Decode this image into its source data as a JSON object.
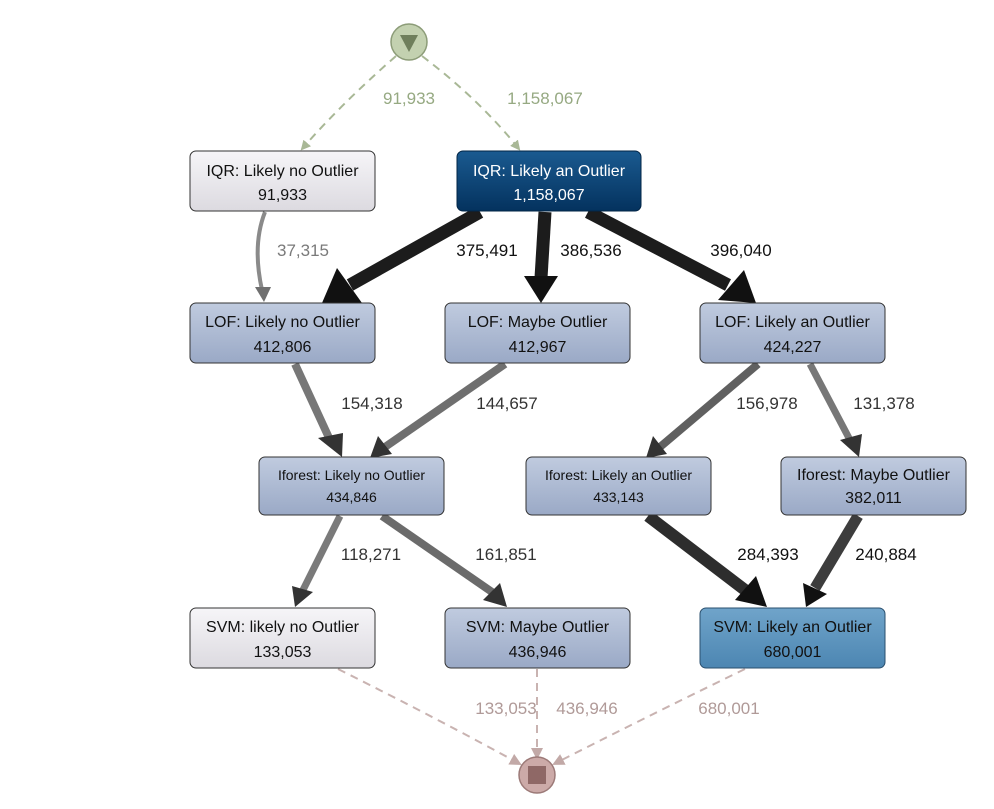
{
  "colors": {
    "white_box": "#e6e4ea",
    "blue_box": "#a9b7d0",
    "dark_box": "#0b3f70",
    "mid_blue_box": "#5b92bb",
    "start_fill": "#c3d1b0",
    "start_label": "#96a982",
    "end_fill": "#ccaaa8",
    "end_label": "#b09a98"
  },
  "start": {
    "icon": "triangle-down-icon"
  },
  "end": {
    "icon": "square-stop-icon"
  },
  "nodes": {
    "iqr_no": {
      "title": "IQR: Likely no Outlier",
      "count": "91,933"
    },
    "iqr_yes": {
      "title": "IQR: Likely an Outlier",
      "count": "1,158,067"
    },
    "lof_no": {
      "title": "LOF: Likely no Outlier",
      "count": "412,806"
    },
    "lof_maybe": {
      "title": "LOF: Maybe Outlier",
      "count": "412,967"
    },
    "lof_yes": {
      "title": "LOF: Likely an Outlier",
      "count": "424,227"
    },
    "if_no": {
      "title": "Iforest: Likely no Outlier",
      "count": "434,846"
    },
    "if_yes": {
      "title": "Iforest: Likely an Outlier",
      "count": "433,143"
    },
    "if_maybe": {
      "title": "Iforest: Maybe Outlier",
      "count": "382,011"
    },
    "svm_no": {
      "title": "SVM: likely no Outlier",
      "count": "133,053"
    },
    "svm_maybe": {
      "title": "SVM: Maybe Outlier",
      "count": "436,946"
    },
    "svm_yes": {
      "title": "SVM: Likely an Outlier",
      "count": "680,001"
    }
  },
  "edges": {
    "start_iqr_no": "91,933",
    "start_iqr_yes": "1,158,067",
    "iqr_no_lof_no": "37,315",
    "iqr_yes_lof_no": "375,491",
    "iqr_yes_lof_maybe": "386,536",
    "iqr_yes_lof_yes": "396,040",
    "lof_no_if_no": "154,318",
    "lof_maybe_if_no": "144,657",
    "lof_yes_if_yes": "156,978",
    "lof_yes_if_maybe": "131,378",
    "if_no_svm_no": "118,271",
    "if_no_svm_maybe": "161,851",
    "if_yes_svm_yes": "284,393",
    "if_maybe_svm_yes": "240,884",
    "svm_no_end": "133,053",
    "svm_maybe_end": "436,946",
    "svm_yes_end": "680,001"
  }
}
